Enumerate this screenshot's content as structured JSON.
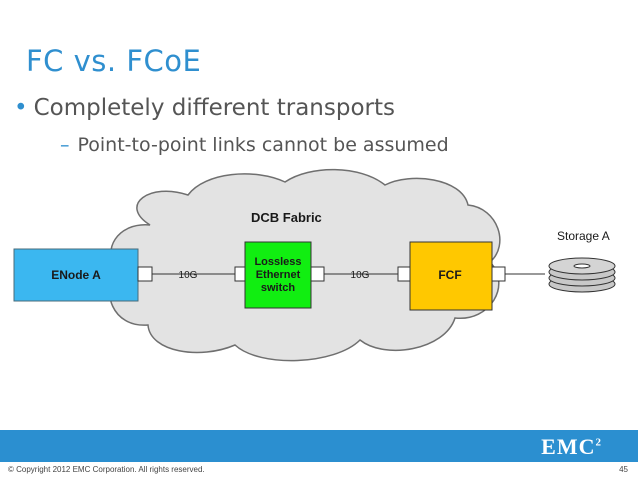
{
  "slide": {
    "title": "FC vs. FCoE",
    "bullet_1": "Completely different transports",
    "bullet_2": "Point-to-point links cannot be assumed"
  },
  "diagram": {
    "fabric_label": "DCB Fabric",
    "enode_label": "ENode A",
    "link_1_label": "10G",
    "switch_label_lines": [
      "Lossless",
      "Ethernet",
      "switch"
    ],
    "link_2_label": "10G",
    "fcf_label": "FCF",
    "storage_label": "Storage A",
    "colors": {
      "enode": "#3bb7f0",
      "switch": "#11ee11",
      "fcf": "#ffc800",
      "cloud": "#e3e3e3",
      "storage": "#c8c8c8"
    }
  },
  "footer": {
    "brand": "EMC",
    "brand_superscript": "2",
    "copyright": "© Copyright 2012 EMC Corporation. All rights reserved.",
    "page_number": "45"
  }
}
